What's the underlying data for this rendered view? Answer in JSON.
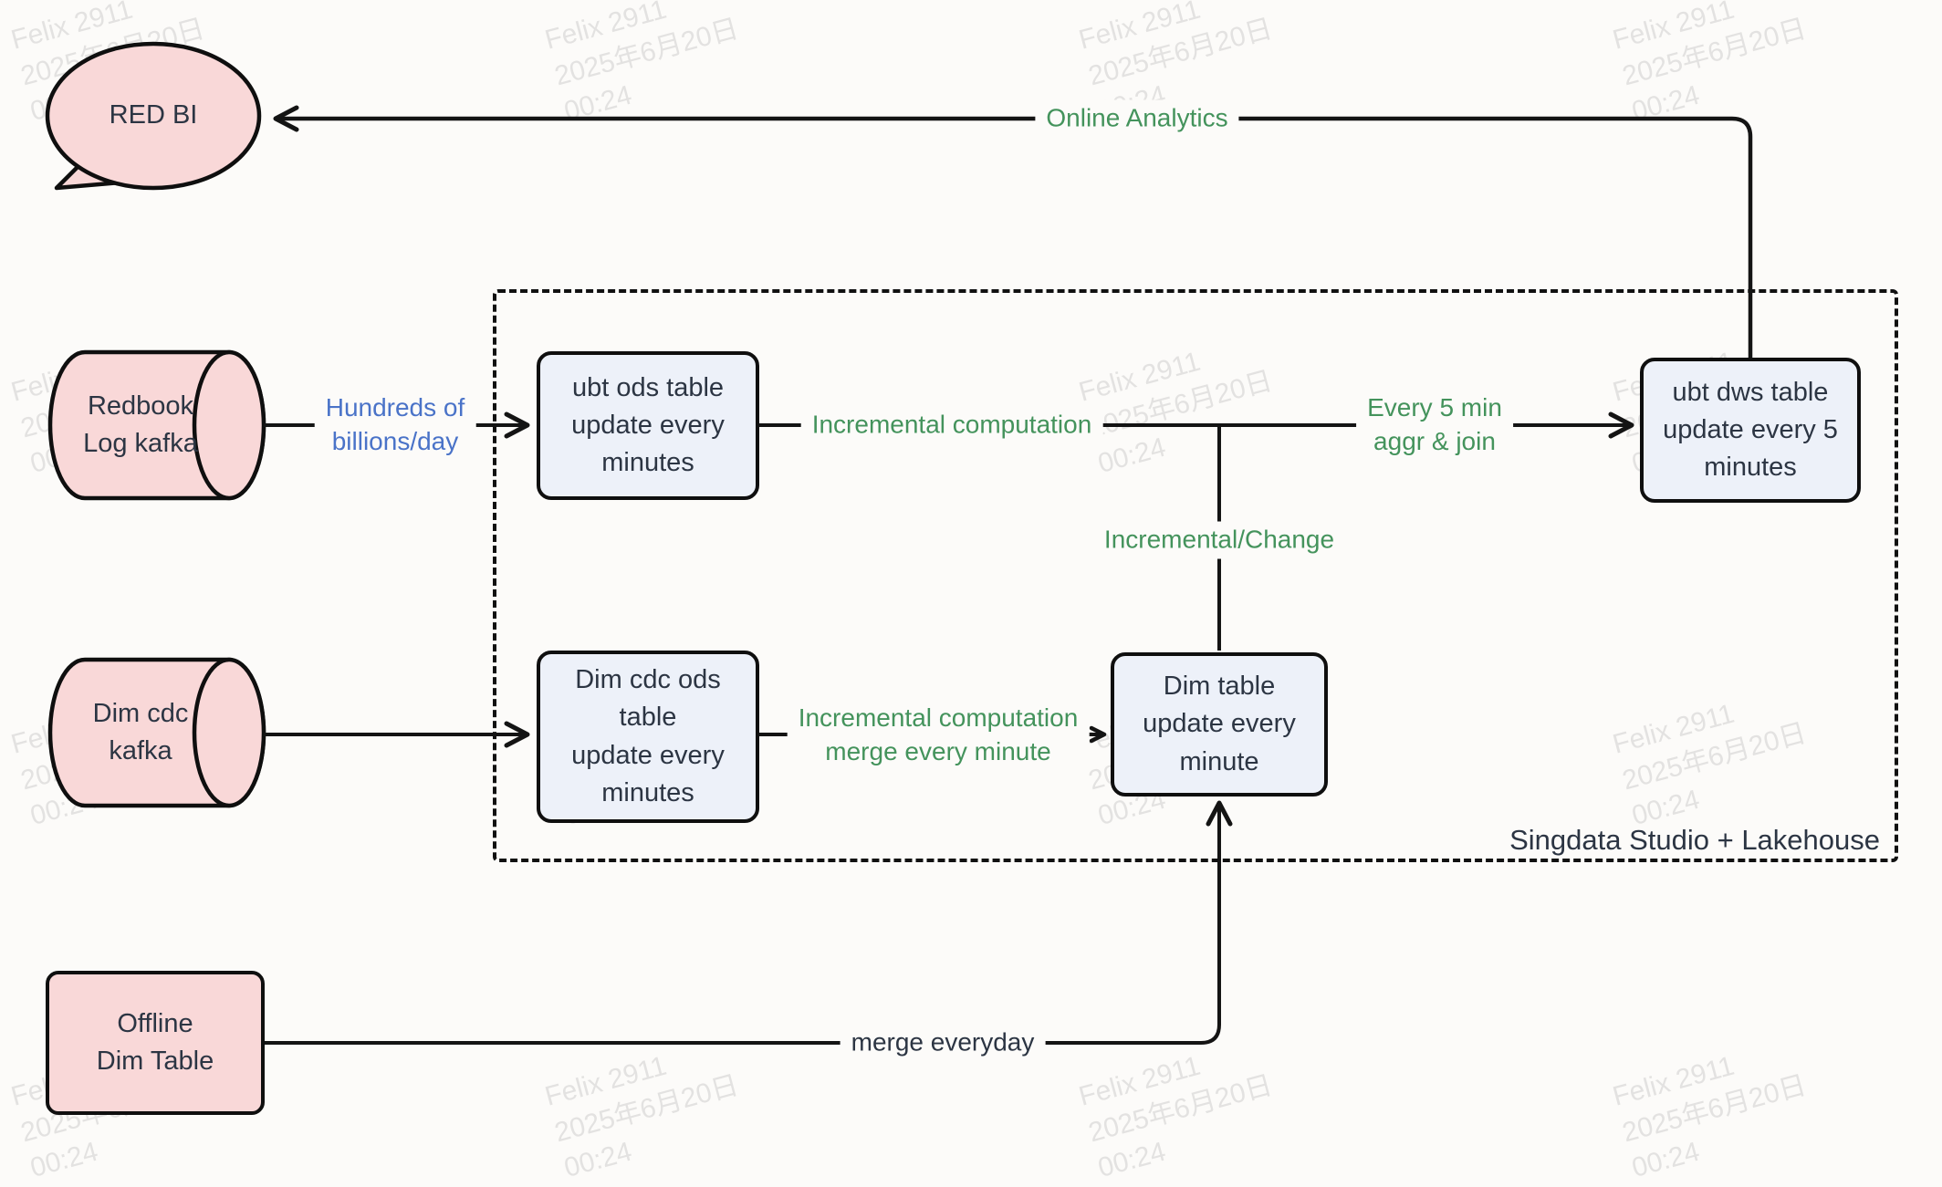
{
  "watermark": {
    "line1": "Felix 2911",
    "line2": "2025年6月20日",
    "line3": "00:24"
  },
  "nodes": {
    "red_bi": {
      "label": "RED BI"
    },
    "redbook_kafka": {
      "line1": "Redbook",
      "line2": "Log kafka"
    },
    "dim_cdc_kafka": {
      "line1": "Dim cdc",
      "line2": "kafka"
    },
    "offline_dim_table": {
      "line1": "Offline",
      "line2": "Dim Table"
    },
    "ubt_ods_table": {
      "line1": "ubt ods table",
      "line2": "update every",
      "line3": "minutes"
    },
    "dim_cdc_ods_table": {
      "line1": "Dim cdc ods",
      "line2": "table",
      "line3": "update every",
      "line4": "minutes"
    },
    "dim_table": {
      "line1": "Dim table",
      "line2": "update every",
      "line3": "minute"
    },
    "ubt_dws_table": {
      "line1": "ubt dws table",
      "line2": "update every 5",
      "line3": "minutes"
    }
  },
  "container": {
    "label": "Singdata Studio + Lakehouse"
  },
  "edges": {
    "online_analytics": {
      "label": "Online Analytics"
    },
    "hundreds_per_day": {
      "line1": "Hundreds of",
      "line2": "billions/day"
    },
    "incremental_computation": {
      "label": "Incremental computation"
    },
    "every_5_min": {
      "line1": "Every 5 min",
      "line2": "aggr & join"
    },
    "incremental_change": {
      "label": "Incremental/Change"
    },
    "incremental_merge": {
      "line1": "Incremental computation",
      "line2": "merge every minute"
    },
    "merge_everyday": {
      "label": "merge everyday"
    }
  },
  "colors": {
    "background": "#fcfbf9",
    "node_pink": "#f9d8d8",
    "node_blue": "#edf1f9",
    "stroke": "#0f0f0f",
    "green_label": "#44935c",
    "blue_label": "#4a73c8",
    "dark_text": "#2c3543"
  }
}
